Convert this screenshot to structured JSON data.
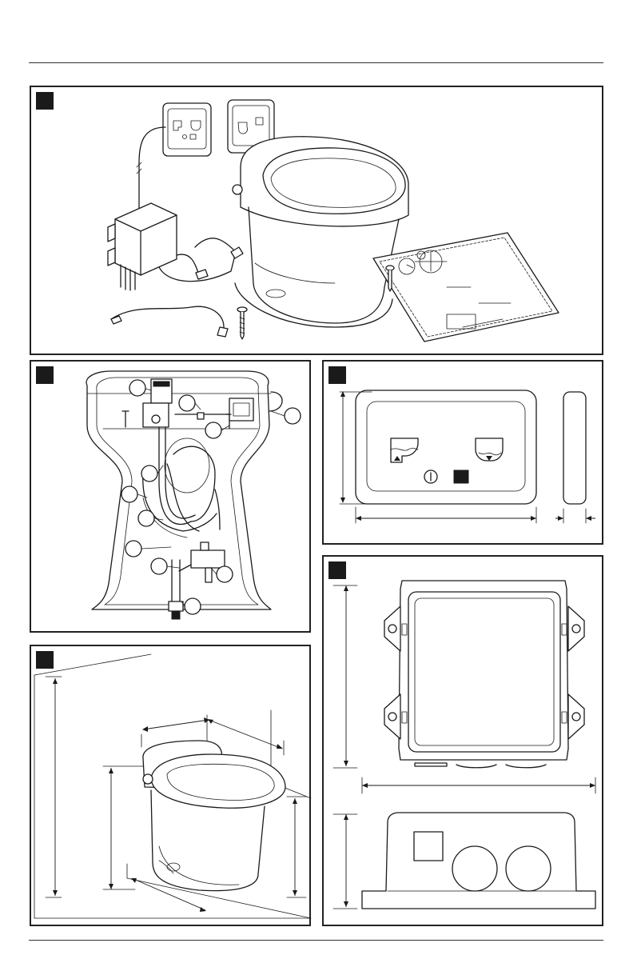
{
  "page": {
    "panels": [
      {
        "id": "exploded-assembly",
        "tag_icon": "filled-square"
      },
      {
        "id": "internal-components",
        "tag_icon": "filled-square",
        "callouts": 10
      },
      {
        "id": "control-panel-dimensions",
        "tag_icon": "filled-square"
      },
      {
        "id": "controller-box-dimensions",
        "tag_icon": "filled-square"
      },
      {
        "id": "installation-clearances",
        "tag_icon": "filled-square"
      }
    ],
    "colors": {
      "ink": "#1a1a1a",
      "paper": "#ffffff"
    }
  }
}
